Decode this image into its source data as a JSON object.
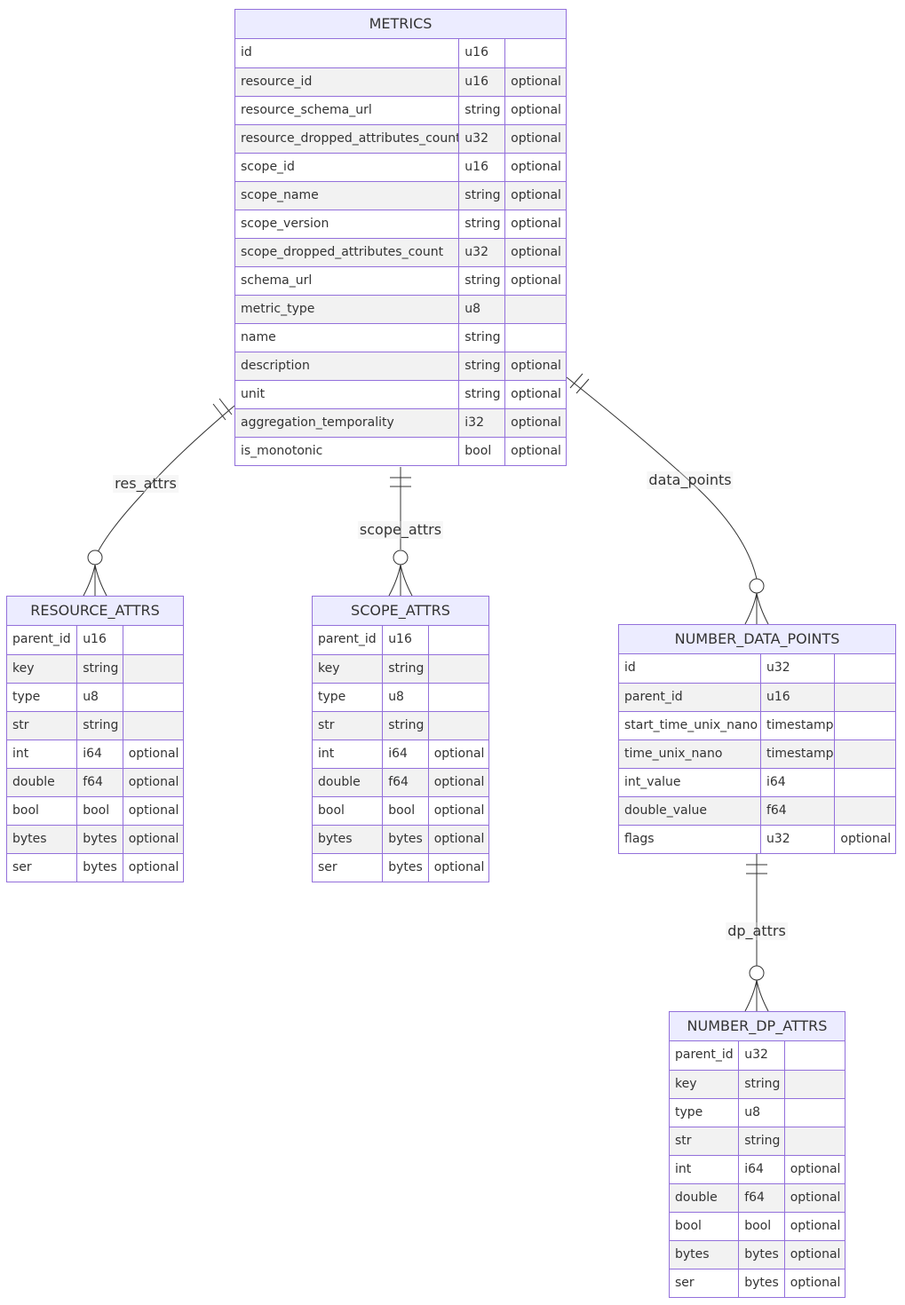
{
  "colors": {
    "entity_border": "#9370DB",
    "entity_header": "#ECECFF",
    "row_odd": "#ffffff",
    "row_even": "#f2f2f2",
    "line": "#333333",
    "text": "#333333"
  },
  "entities": [
    {
      "name": "METRICS",
      "attributes": [
        [
          "id",
          "u16",
          ""
        ],
        [
          "resource_id",
          "u16",
          "optional"
        ],
        [
          "resource_schema_url",
          "string",
          "optional"
        ],
        [
          "resource_dropped_attributes_count",
          "u32",
          "optional"
        ],
        [
          "scope_id",
          "u16",
          "optional"
        ],
        [
          "scope_name",
          "string",
          "optional"
        ],
        [
          "scope_version",
          "string",
          "optional"
        ],
        [
          "scope_dropped_attributes_count",
          "u32",
          "optional"
        ],
        [
          "schema_url",
          "string",
          "optional"
        ],
        [
          "metric_type",
          "u8",
          ""
        ],
        [
          "name",
          "string",
          ""
        ],
        [
          "description",
          "string",
          "optional"
        ],
        [
          "unit",
          "string",
          "optional"
        ],
        [
          "aggregation_temporality",
          "i32",
          "optional"
        ],
        [
          "is_monotonic",
          "bool",
          "optional"
        ]
      ]
    },
    {
      "name": "RESOURCE_ATTRS",
      "attributes": [
        [
          "parent_id",
          "u16",
          ""
        ],
        [
          "key",
          "string",
          ""
        ],
        [
          "type",
          "u8",
          ""
        ],
        [
          "str",
          "string",
          ""
        ],
        [
          "int",
          "i64",
          "optional"
        ],
        [
          "double",
          "f64",
          "optional"
        ],
        [
          "bool",
          "bool",
          "optional"
        ],
        [
          "bytes",
          "bytes",
          "optional"
        ],
        [
          "ser",
          "bytes",
          "optional"
        ]
      ]
    },
    {
      "name": "SCOPE_ATTRS",
      "attributes": [
        [
          "parent_id",
          "u16",
          ""
        ],
        [
          "key",
          "string",
          ""
        ],
        [
          "type",
          "u8",
          ""
        ],
        [
          "str",
          "string",
          ""
        ],
        [
          "int",
          "i64",
          "optional"
        ],
        [
          "double",
          "f64",
          "optional"
        ],
        [
          "bool",
          "bool",
          "optional"
        ],
        [
          "bytes",
          "bytes",
          "optional"
        ],
        [
          "ser",
          "bytes",
          "optional"
        ]
      ]
    },
    {
      "name": "NUMBER_DATA_POINTS",
      "attributes": [
        [
          "id",
          "u32",
          ""
        ],
        [
          "parent_id",
          "u16",
          ""
        ],
        [
          "start_time_unix_nano",
          "timestamp",
          ""
        ],
        [
          "time_unix_nano",
          "timestamp",
          ""
        ],
        [
          "int_value",
          "i64",
          ""
        ],
        [
          "double_value",
          "f64",
          ""
        ],
        [
          "flags",
          "u32",
          "optional"
        ]
      ]
    },
    {
      "name": "NUMBER_DP_ATTRS",
      "attributes": [
        [
          "parent_id",
          "u32",
          ""
        ],
        [
          "key",
          "string",
          ""
        ],
        [
          "type",
          "u8",
          ""
        ],
        [
          "str",
          "string",
          ""
        ],
        [
          "int",
          "i64",
          "optional"
        ],
        [
          "double",
          "f64",
          "optional"
        ],
        [
          "bool",
          "bool",
          "optional"
        ],
        [
          "bytes",
          "bytes",
          "optional"
        ],
        [
          "ser",
          "bytes",
          "optional"
        ]
      ]
    }
  ],
  "relationships": [
    {
      "from": "METRICS",
      "to": "RESOURCE_ATTRS",
      "label": "res_attrs",
      "from_cardinality": "exactly-one",
      "to_cardinality": "zero-or-more"
    },
    {
      "from": "METRICS",
      "to": "SCOPE_ATTRS",
      "label": "scope_attrs",
      "from_cardinality": "exactly-one",
      "to_cardinality": "zero-or-more"
    },
    {
      "from": "METRICS",
      "to": "NUMBER_DATA_POINTS",
      "label": "data_points",
      "from_cardinality": "exactly-one",
      "to_cardinality": "zero-or-more"
    },
    {
      "from": "NUMBER_DATA_POINTS",
      "to": "NUMBER_DP_ATTRS",
      "label": "dp_attrs",
      "from_cardinality": "exactly-one",
      "to_cardinality": "zero-or-more"
    }
  ]
}
